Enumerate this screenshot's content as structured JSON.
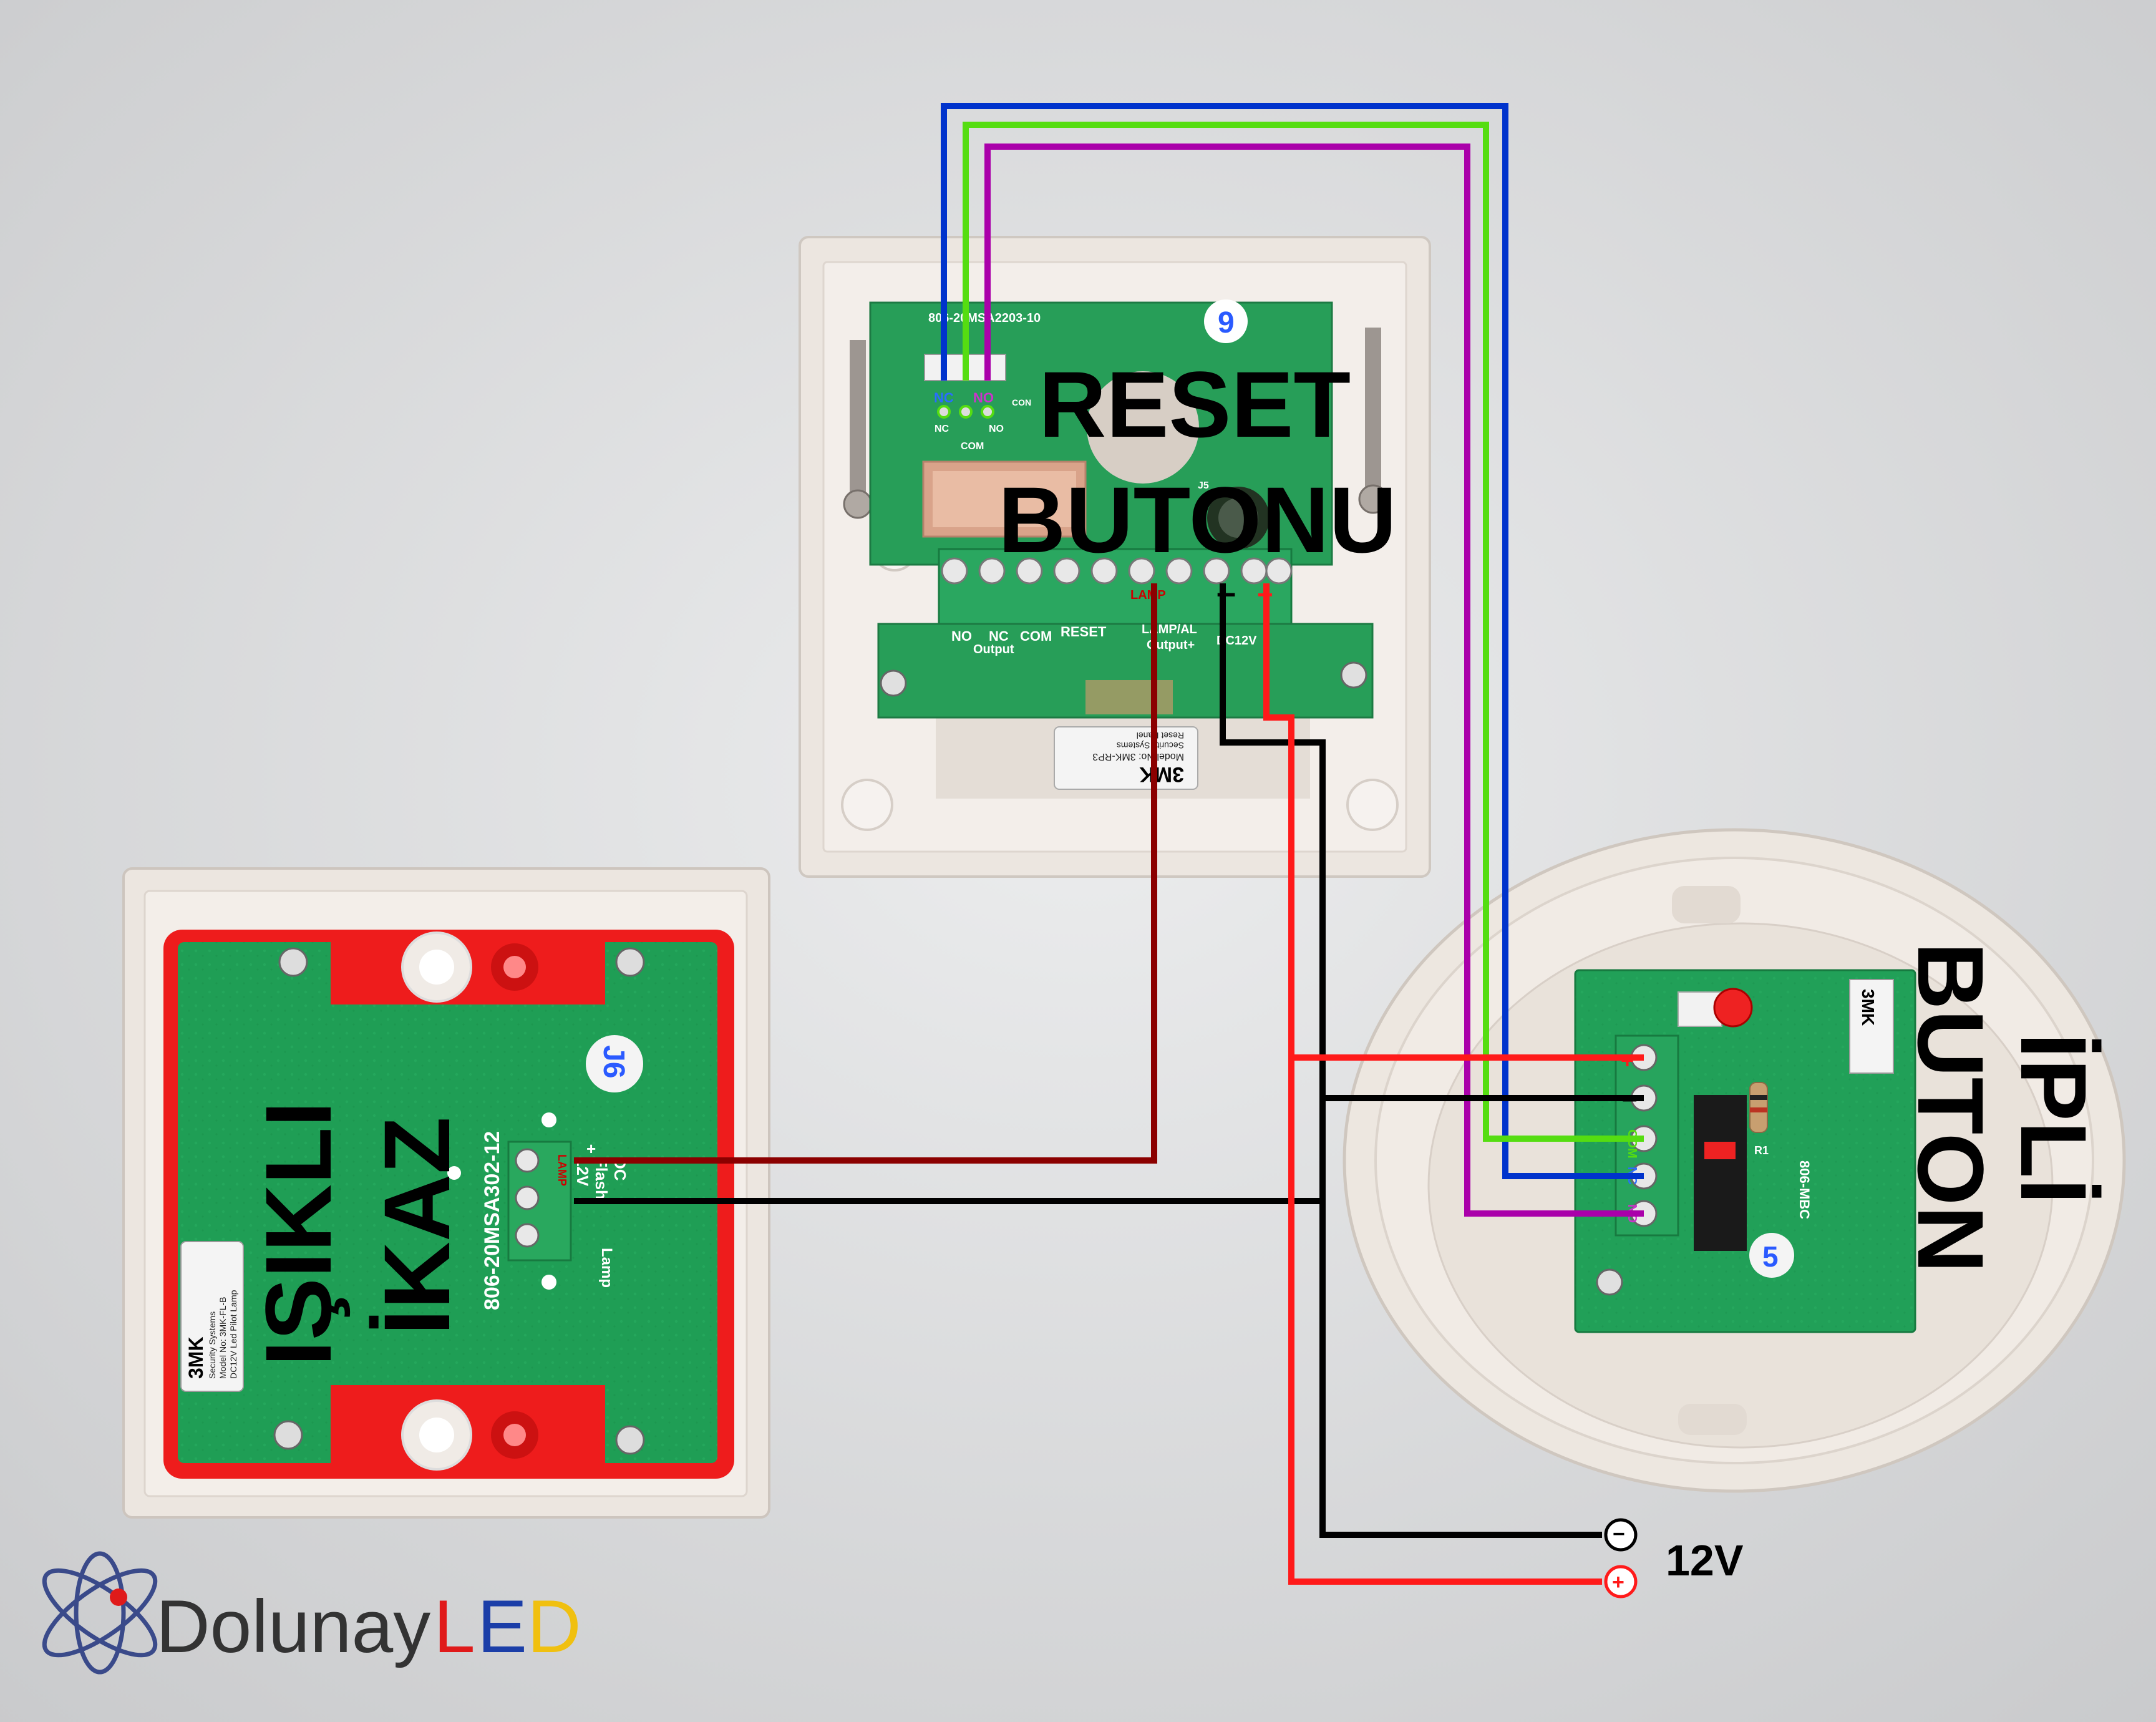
{
  "labels": {
    "reset_title_line1": "RESET",
    "reset_title_line2": "BUTONU",
    "isikli_line1": "IŞIKLI",
    "isikli_line2": "İKAZ",
    "ipli_line1": "İPLİ",
    "ipli_line2": "BUTON",
    "voltage": "12V",
    "minus_symbol": "−",
    "plus_symbol": "+"
  },
  "brand": {
    "name_part1": "Dolunay ",
    "name_L": "L",
    "name_E": "E",
    "name_D": "D"
  },
  "reset_panel": {
    "board_top_code": "806-20MSA2203-10",
    "number_badge": "9",
    "relay_nc": "NC",
    "relay_no": "NO",
    "relay_nc_small": "NC",
    "relay_com_small": "COM",
    "relay_no_small": "NO",
    "con_label": "CON",
    "j5_label": "J5",
    "lamp_red_label": "LAMP",
    "minus_mark": "–",
    "plus_mark": "+",
    "terminal_no": "NO",
    "terminal_nc": "NC",
    "terminal_com": "COM",
    "terminal_output": "Output",
    "terminal_reset": "RESET",
    "terminal_lamp_al": "LAMP/AL",
    "terminal_output_plus": "Output+",
    "terminal_dc12v": "DC12V",
    "sticker_brand": "3MK",
    "sticker_model": "Model No: 3MK-RP3",
    "sticker_sub": "Security Systems",
    "sticker_type": "Reset Panel"
  },
  "lamp_panel": {
    "board_code": "806-20MSA302-12",
    "number_badge": "J6",
    "lamp_label": "LAMP",
    "terminal_plus": "+",
    "terminal_lamp": "Lamp",
    "terminal_flash": "Flash",
    "terminal_dc": "DC",
    "terminal_12v": "12V",
    "sticker_brand": "3MK",
    "sticker_sub": "Security Systems",
    "sticker_model": "Model No: 3MK-FL-B",
    "sticker_desc": "DC12V Led Pilot Lamp"
  },
  "button_panel": {
    "plus_mark": "+",
    "minus_mark": "–",
    "com_label": "COM",
    "nc_label": "NC",
    "no_label": "NO",
    "number_badge": "5",
    "sticker_brand": "3MK",
    "r1_label": "R1",
    "board_code": "806-MBC"
  },
  "colors": {
    "wire_red": "#ff1a1a",
    "wire_black": "#000000",
    "wire_darkred": "#8b0000",
    "wire_blue": "#0033cc",
    "wire_green": "#55dd11",
    "wire_purple": "#aa00aa",
    "pcb_green": "#1f9e55",
    "frame_beige": "#e9e2dc",
    "lamp_red": "#ee1c1c",
    "brand_blue": "#3a4a8a",
    "brand_L": "#e01a1a",
    "brand_E": "#1b3ea8",
    "brand_D": "#f0c010"
  }
}
